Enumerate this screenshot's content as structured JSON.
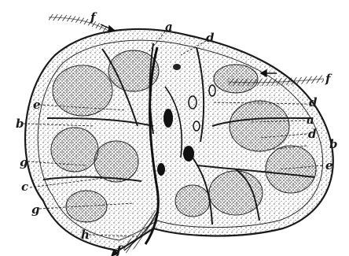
{
  "labels": {
    "f_top": "f",
    "a_top": "a",
    "d_top": "d",
    "f_right": "f",
    "e_left": "e",
    "d_right1": "d",
    "b_left": "b",
    "a_right": "a",
    "d_right2": "d",
    "b_right": "b",
    "g_left": "g",
    "e_right": "e",
    "c_left": "c",
    "g_left2": "g",
    "h_bottom": "h",
    "f_bottom": "f"
  }
}
